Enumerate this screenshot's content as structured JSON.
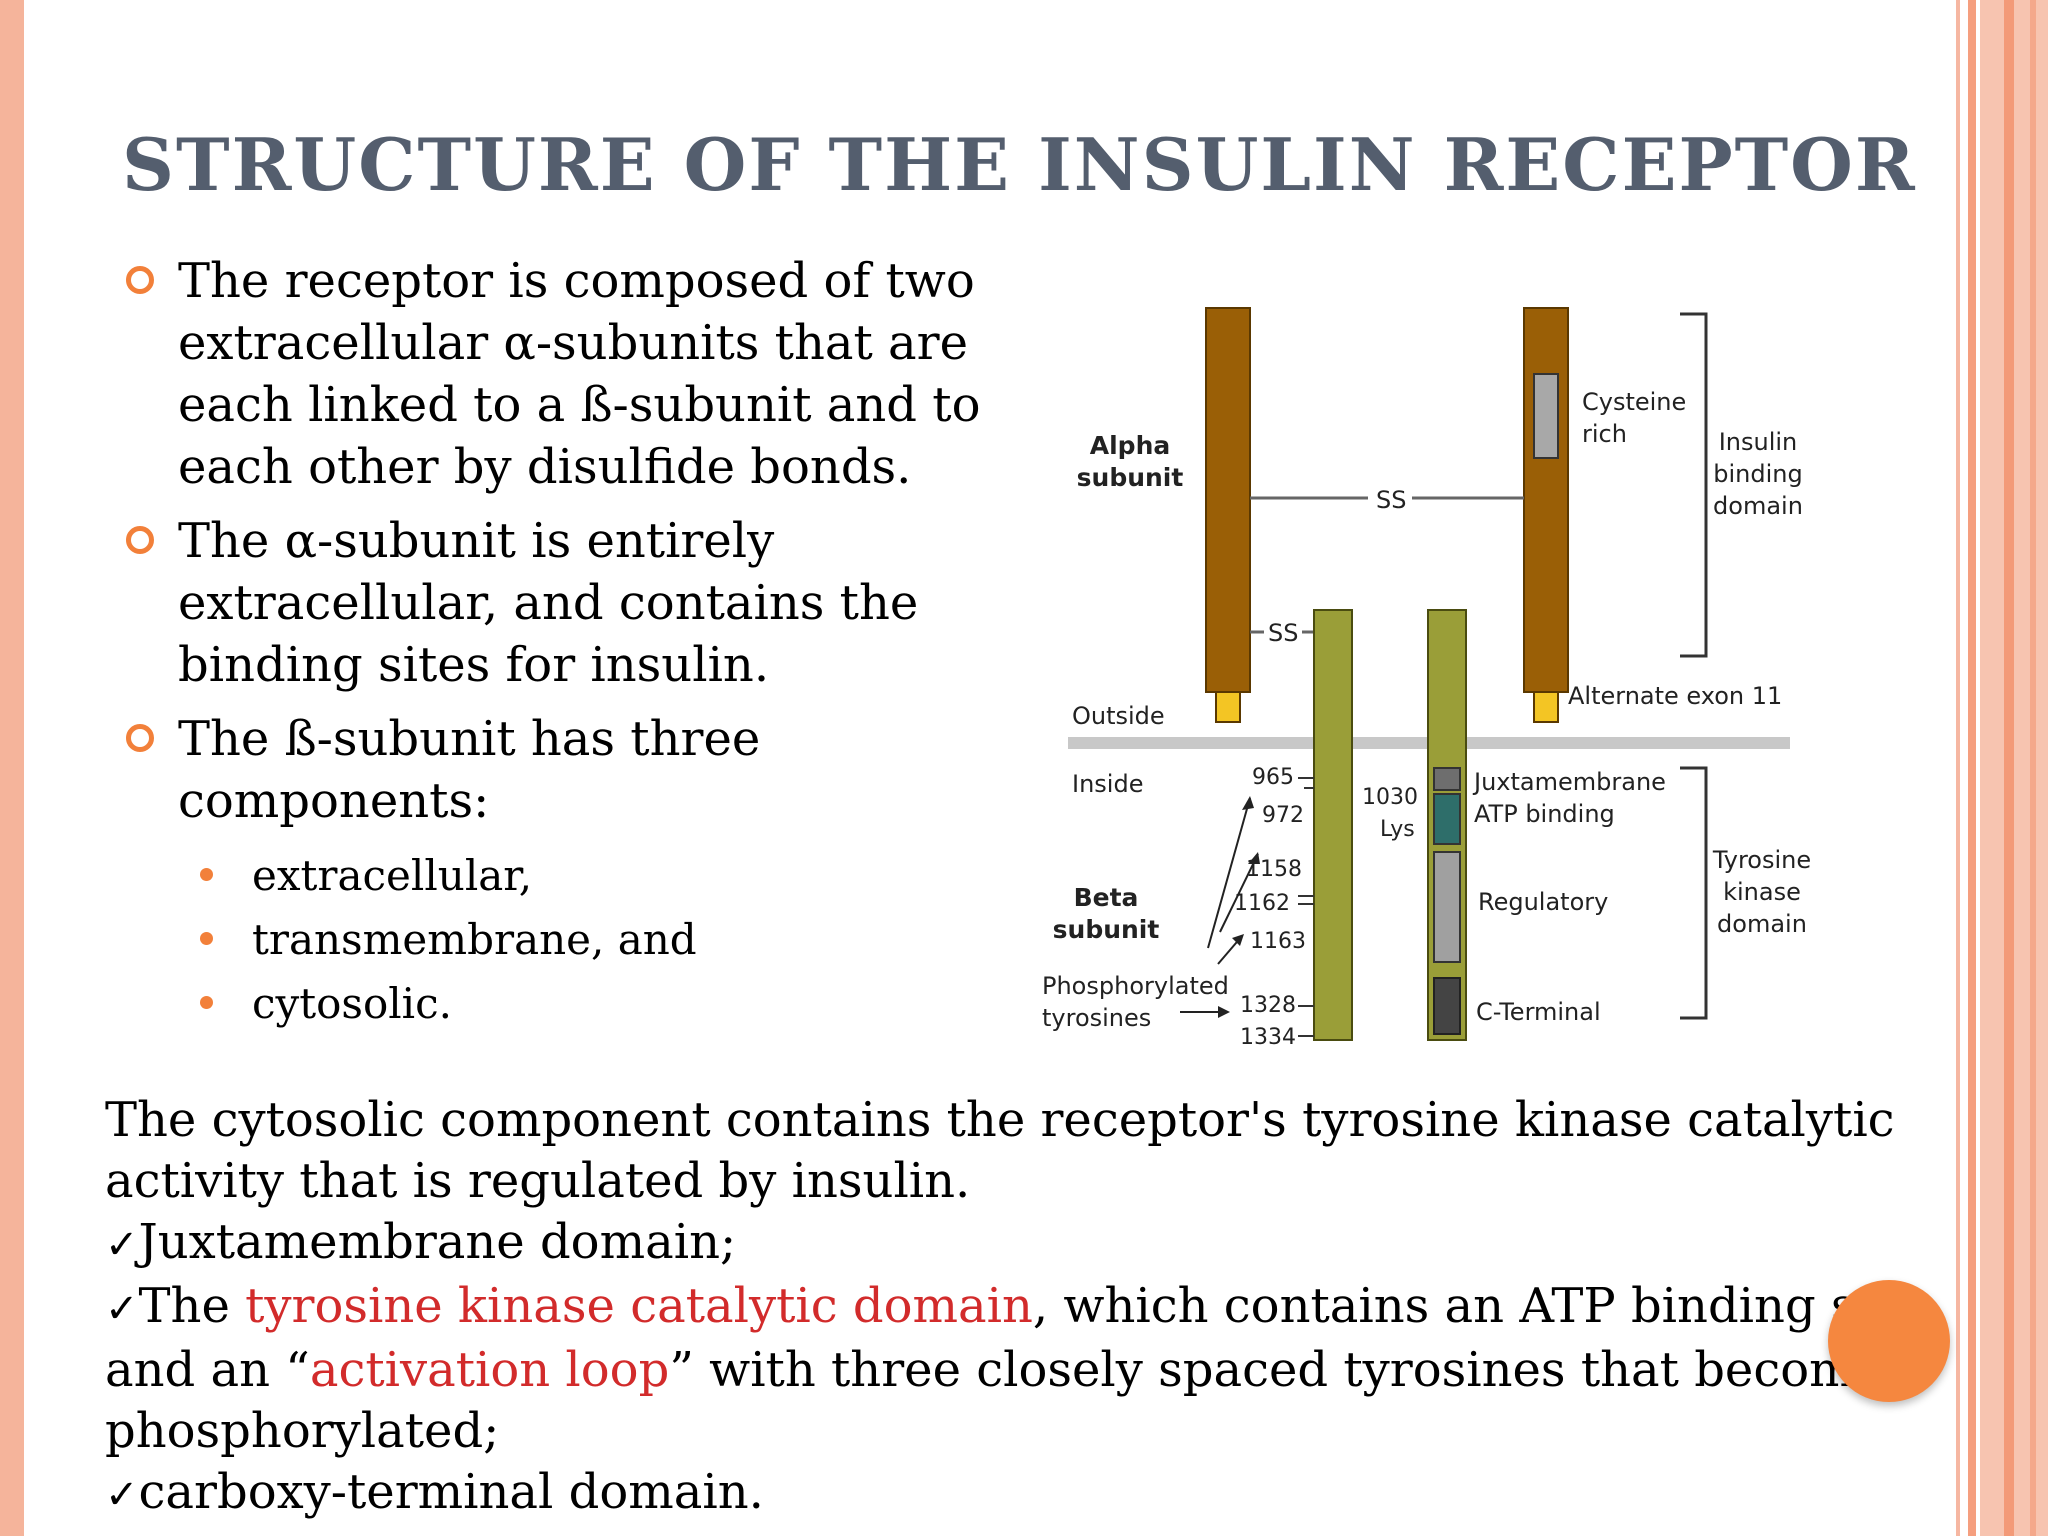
{
  "slide": {
    "title": "STRUCTURE OF THE INSULIN RECEPTOR",
    "bullets": [
      "The receptor is composed of two extracellular α-subunits that are each linked to a ß-subunit and to each other by disulfide bonds.",
      "The α-subunit is entirely extracellular, and contains the binding sites for insulin.",
      "The ß-subunit has three components:"
    ],
    "sub_bullets": [
      "extracellular,",
      "transmembrane, and",
      "cytosolic."
    ],
    "bottom": {
      "line1": "The cytosolic component contains the receptor's tyrosine kinase catalytic activity that is regulated by insulin.",
      "check_mark": "✓",
      "item1": "Juxtamembrane domain;",
      "item2_pre": "The ",
      "item2_red1": "tyrosine kinase catalytic domain",
      "item2_mid": ", which contains an ATP binding site and an “",
      "item2_red2": "activation loop",
      "item2_post": "” with three closely spaced tyrosines that become phosphorylated;",
      "item3": "carboxy-terminal domain."
    }
  },
  "diagram": {
    "alpha_subunit": "Alpha subunit",
    "beta_subunit": "Beta subunit",
    "ss_top": "SS",
    "ss_mid": "SS",
    "cysteine_rich": "Cysteine rich",
    "insulin_binding_domain": "Insulin binding domain",
    "alternate_exon": "Alternate exon 11",
    "outside": "Outside",
    "inside": "Inside",
    "phosphorylated_tyrosines": "Phosphorylated tyrosines",
    "lys": "1030 Lys",
    "juxtamembrane": "Juxtamembrane",
    "atp_binding": "ATP binding",
    "regulatory": "Regulatory",
    "c_terminal": "C-Terminal",
    "tyrosine_kinase_domain": "Tyrosine kinase domain",
    "residues": [
      "965",
      "972",
      "1158",
      "1162",
      "1163",
      "1328",
      "1334"
    ],
    "colors": {
      "alpha": "#9a5f06",
      "beta": "#9a9e38",
      "exon": "#f3c524",
      "membrane": "#c8c8c8"
    }
  }
}
